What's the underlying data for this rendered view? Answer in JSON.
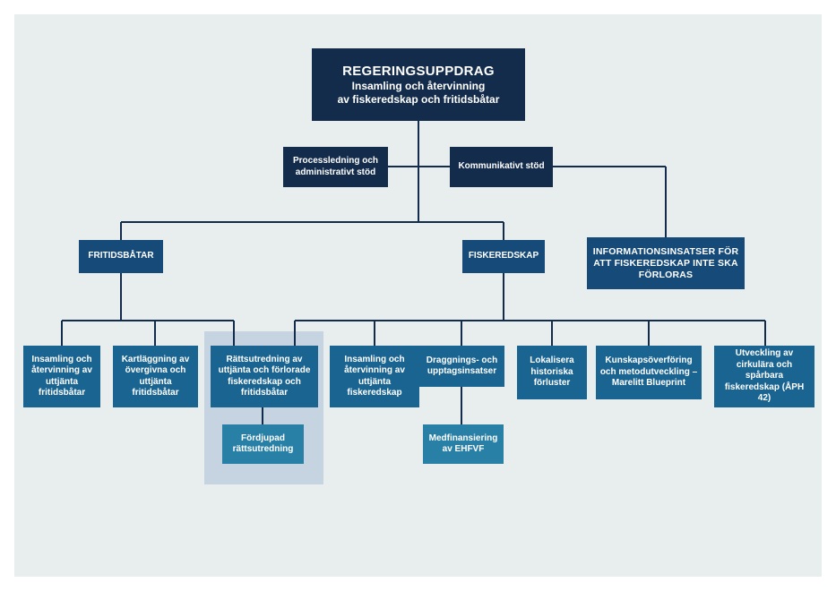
{
  "root": {
    "title": "REGERINGSUPPDRAG",
    "line1": "Insamling och återvinning",
    "line2": "av fiskeredskap och fritidsbåtar"
  },
  "support": {
    "process": "Processledning och administrativt stöd",
    "communication": "Kommunikativt stöd"
  },
  "branches": {
    "fritidsbatar": "FRITIDSBÅTAR",
    "fiskeredskap": "FISKEREDSKAP",
    "information": "INFORMATIONSINSATSER FÖR ATT FISKEREDSKAP INTE SKA FÖRLORAS"
  },
  "fritidsbatar_items": [
    "Insamling och återvinning av uttjänta fritidsbåtar",
    "Kartläggning av övergivna och uttjänta fritidsbåtar",
    "Rättsutredning av uttjänta och förlorade fiskeredskap och fritidsbåtar"
  ],
  "fordjupad": "Fördjupad rättsutredning",
  "fiskeredskap_items": [
    "Insamling och återvinning av uttjänta fiskeredskap",
    "Draggnings- och upptagsinsatser",
    "Lokalisera historiska förluster",
    "Kunskapsöverföring och metodutveckling – Marelitt Blueprint",
    "Utveckling av cirkulära och spårbara fiskeredskap (ÅPH 42)"
  ],
  "medfinansiering": "Medfinansiering av EHFVF",
  "colors": {
    "dark": "#142c4b",
    "navy": "#164a78",
    "blue": "#1a6491",
    "teal": "#2980a6",
    "highlight": "#c6d3e0",
    "background": "#e8eeee",
    "line": "#142c4b"
  }
}
